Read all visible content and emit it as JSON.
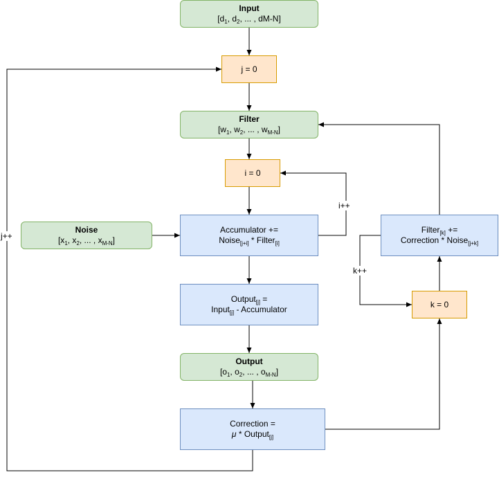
{
  "nodes": {
    "input": {
      "title": "Input",
      "content": "[d1, d2, ... , dM-N]"
    },
    "j_init": {
      "content": "j = 0"
    },
    "filter": {
      "title": "Filter",
      "content": "[w1, w2, ... , wM-N]"
    },
    "i_init": {
      "content": "i = 0"
    },
    "noise": {
      "title": "Noise",
      "content": "[x1, x2, ... , xM-N]"
    },
    "accumulator": {
      "line1": "Accumulator +=",
      "line2": "Noise[j+i] * Filter[i]"
    },
    "output_calc": {
      "line1": "Output[j] =",
      "line2": "Input[j] - Accumulator"
    },
    "output": {
      "title": "Output",
      "content": "[o1, o2, ... , oM-N]"
    },
    "correction": {
      "line1": "Correction =",
      "line2": "μ * Output[j]"
    },
    "k_init": {
      "content": "k = 0"
    },
    "filter_update": {
      "line1": "Filter[k] +=",
      "line2": "Correction * Noise[j+k]"
    }
  },
  "edge_labels": {
    "i_increment": "i++",
    "j_increment": "j++",
    "k_increment": "k++"
  },
  "colors": {
    "data_fill": "#d5e8d4",
    "data_stroke": "#82b366",
    "counter_fill": "#ffe6cc",
    "counter_stroke": "#d79b00",
    "process_fill": "#dae8fc",
    "process_stroke": "#6c8ebf",
    "connector": "#000000"
  }
}
